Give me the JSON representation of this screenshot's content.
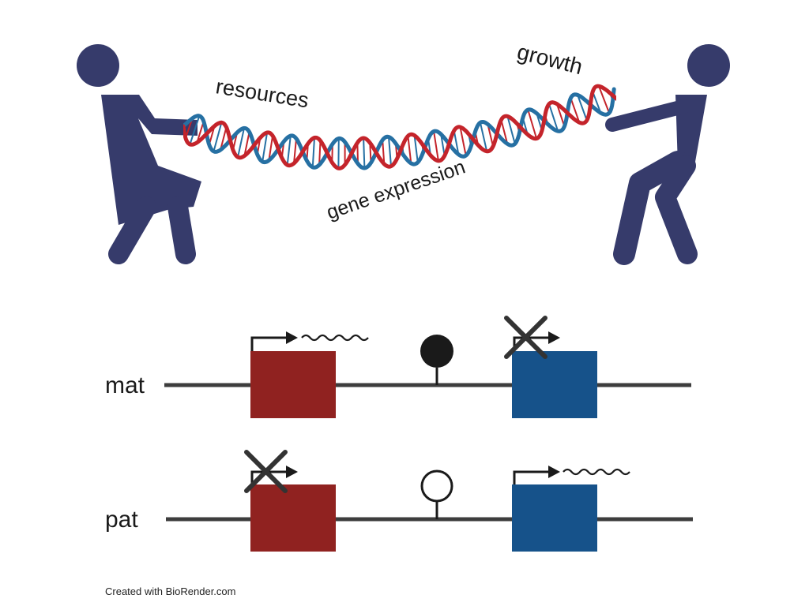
{
  "labels": {
    "resources": "resources",
    "growth": "growth",
    "gene_expression": "gene expression"
  },
  "alleles": [
    {
      "label": "mat",
      "methylated": true,
      "red_gene_active": true,
      "blue_gene_active": false
    },
    {
      "label": "pat",
      "methylated": false,
      "red_gene_active": false,
      "blue_gene_active": true
    }
  ],
  "credit": "Created with BioRender.com",
  "colors": {
    "figure": "#363b6b",
    "strand_red": "#c4242b",
    "strand_blue": "#2670a3",
    "gene_red": "#902220",
    "gene_blue": "#16528a",
    "line": "#3d3d3d",
    "marker": "#1a1a1a"
  }
}
